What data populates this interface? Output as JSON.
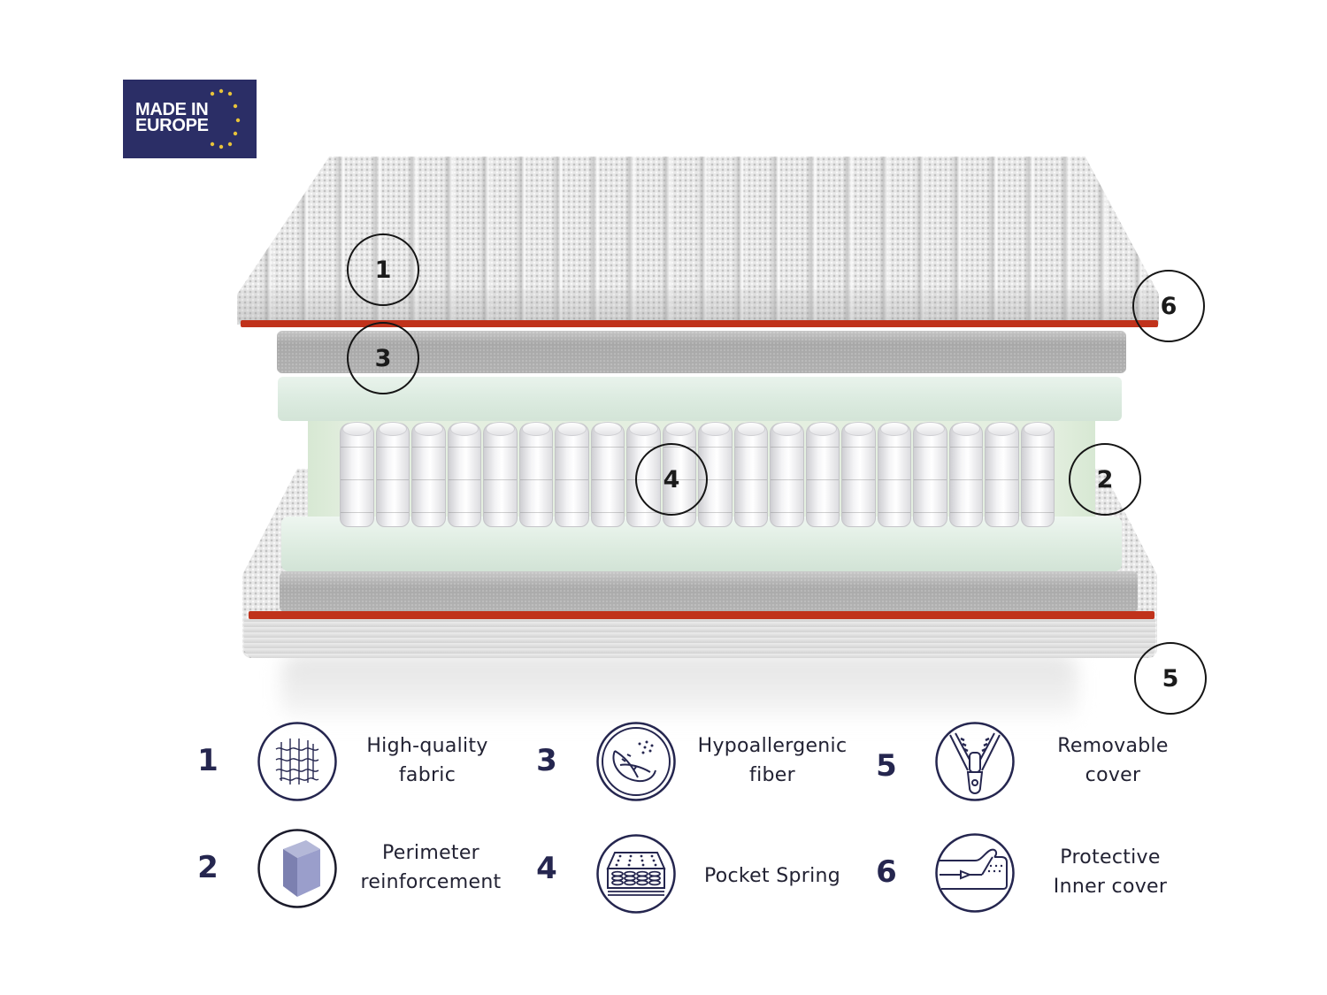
{
  "badge": {
    "line1": "MADE IN",
    "line2": "EUROPE",
    "background_color": "#2b2e66",
    "star_color": "#e8c33a"
  },
  "illustration": {
    "accent_band_color": "#c0321b",
    "callouts": [
      {
        "number": "1",
        "target": "top quilted fabric"
      },
      {
        "number": "3",
        "target": "grey foam layer"
      },
      {
        "number": "6",
        "target": "red inner cover band"
      },
      {
        "number": "4",
        "target": "pocket springs"
      },
      {
        "number": "2",
        "target": "perimeter reinforcement"
      },
      {
        "number": "5",
        "target": "bottom removable cover"
      }
    ]
  },
  "legend": {
    "number_color": "#25264f",
    "items": [
      {
        "number": "1",
        "icon": "fabric-weave-icon",
        "label_line1": "High-quality",
        "label_line2": "fabric"
      },
      {
        "number": "3",
        "icon": "feather-icon",
        "label_line1": "Hypoallergenic",
        "label_line2": "fiber"
      },
      {
        "number": "5",
        "icon": "zipper-icon",
        "label_line1": "Removable",
        "label_line2": "cover"
      },
      {
        "number": "2",
        "icon": "cube-icon",
        "label_line1": "Perimeter",
        "label_line2": "reinforcement"
      },
      {
        "number": "4",
        "icon": "pocket-spring-icon",
        "label_line1": "Pocket Spring",
        "label_line2": ""
      },
      {
        "number": "6",
        "icon": "inner-cover-icon",
        "label_line1": "Protective",
        "label_line2": "Inner cover"
      }
    ]
  }
}
